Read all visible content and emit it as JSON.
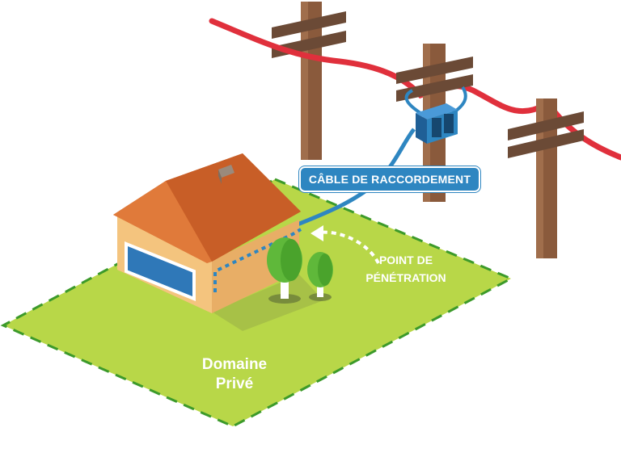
{
  "labels": {
    "cable": "CÂBLE DE RACCORDEMENT",
    "point_line1": "POINT DE",
    "point_line2": "PÉNÉTRATION",
    "domain_line1": "Domaine",
    "domain_line2": "Privé"
  },
  "colors": {
    "lawn": "#b8d748",
    "lawn_border": "#3c9a2a",
    "power_line": "#e0303c",
    "pole": "#8a5a3c",
    "cable": "#2e86c1",
    "roof": "#d4692e",
    "wall": "#f4c47e",
    "window": "#2f78b8",
    "tree": "#5fb83a",
    "label_text": "#ffffff"
  }
}
